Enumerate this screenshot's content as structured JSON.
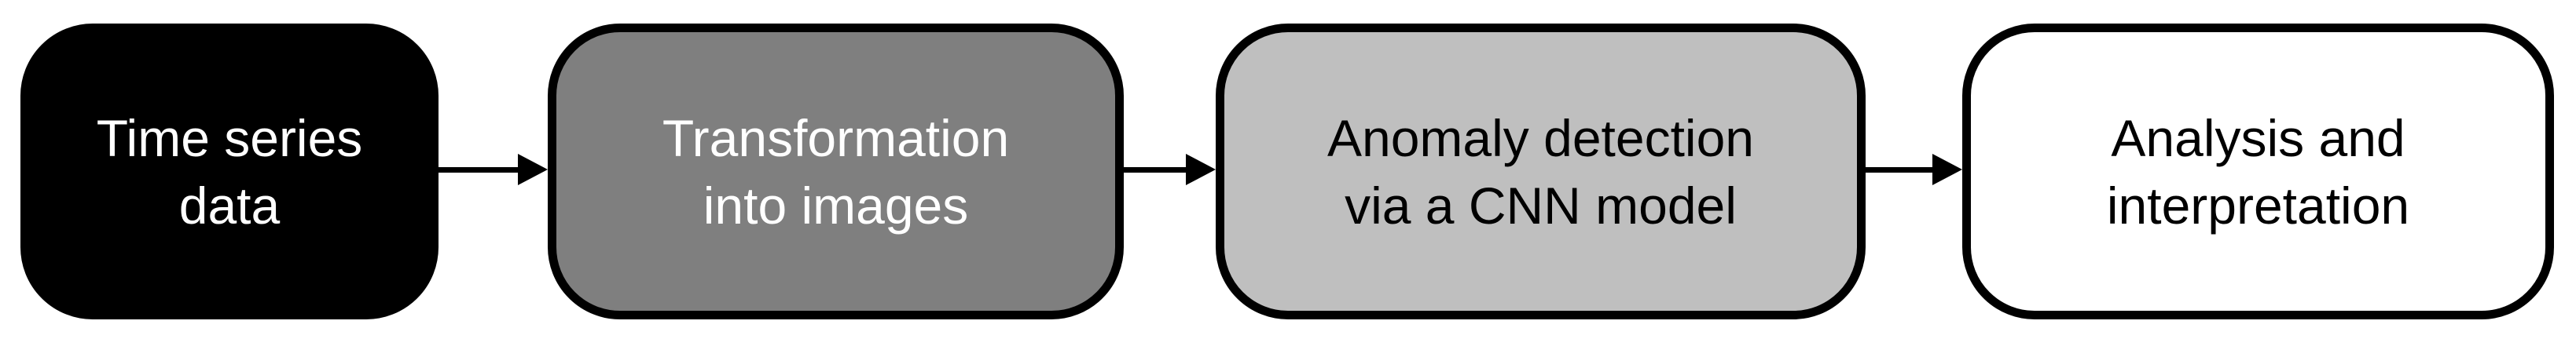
{
  "flowchart": {
    "background": "#ffffff",
    "border_color": "#000000",
    "arrow_color": "#000000",
    "nodes": [
      {
        "label": "Time series\ndata",
        "fill": "#000000",
        "text_color": "#ffffff"
      },
      {
        "label": "Transformation\ninto images",
        "fill": "#7f7f7f",
        "text_color": "#ffffff"
      },
      {
        "label": "Anomaly detection\nvia a CNN model",
        "fill": "#bfbfbf",
        "text_color": "#000000"
      },
      {
        "label": "Analysis and\ninterpretation",
        "fill": "#ffffff",
        "text_color": "#000000"
      }
    ]
  }
}
